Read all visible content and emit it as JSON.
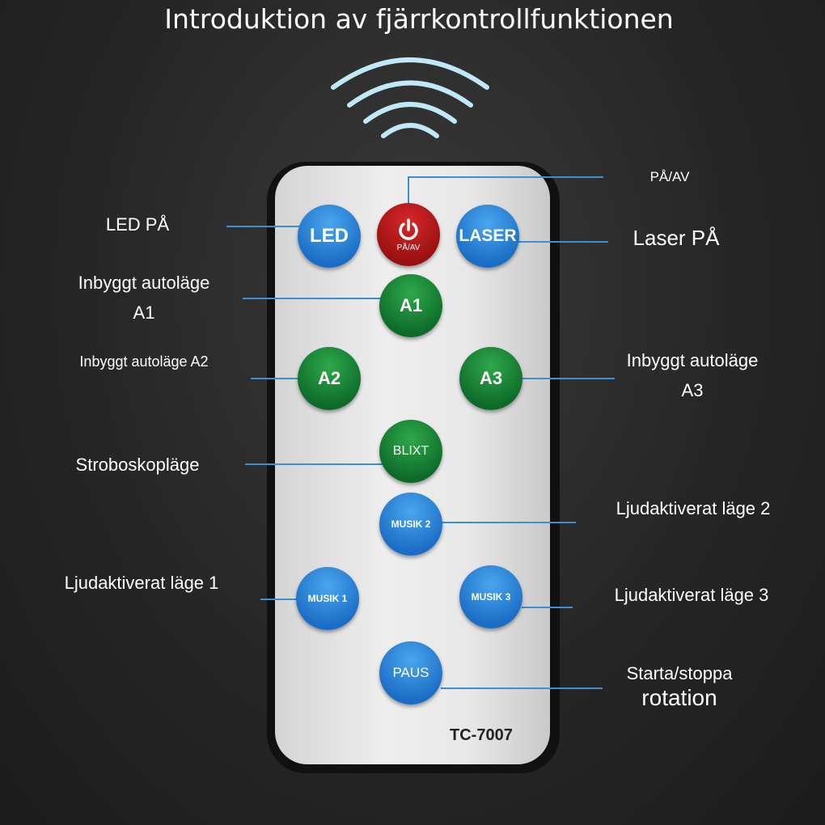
{
  "title": "Introduktion av fjärrkontrollfunktionen",
  "model": "TC-7007",
  "buttons": {
    "led": "LED",
    "power": "PÅ/AV",
    "laser": "LASER",
    "a1": "A1",
    "a2": "A2",
    "a3": "A3",
    "blixt": "BLIXT",
    "musik2": "MUSIK 2",
    "musik1": "MUSIK 1",
    "musik3": "MUSIK 3",
    "paus": "PAUS"
  },
  "labels": {
    "power": "PÅ/AV",
    "led": "LED PÅ",
    "laser": "Laser PÅ",
    "a1_line1": "Inbyggt autoläge",
    "a1_line2": "A1",
    "a2": "Inbyggt autoläge A2",
    "a3_line1": "Inbyggt autoläge",
    "a3_line2": "A3",
    "blixt": "Stroboskopläge",
    "musik2": "Ljudaktiverat läge 2",
    "musik1": "Ljudaktiverat läge 1",
    "musik3": "Ljudaktiverat läge 3",
    "paus_line1": "Starta/stoppa",
    "paus_line2": "rotation"
  },
  "colors": {
    "line": "#3d8ed2",
    "blue": "#1a6cc4",
    "green": "#0d6a2a",
    "red": "#98100f"
  }
}
